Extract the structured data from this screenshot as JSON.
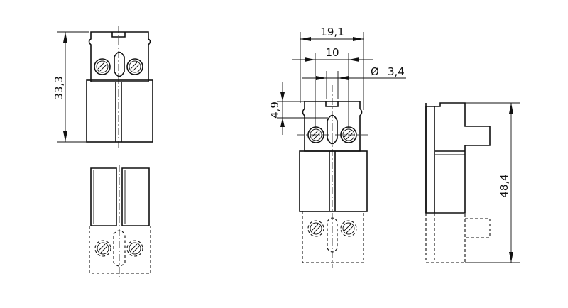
{
  "dimensions": {
    "view1_height": "33,3",
    "overall_width": "19,1",
    "screw_pitch": "10",
    "hole_symbol": "Ø",
    "hole_diameter": "3,4",
    "head_offset": "4,9",
    "overall_height": "48,4"
  }
}
